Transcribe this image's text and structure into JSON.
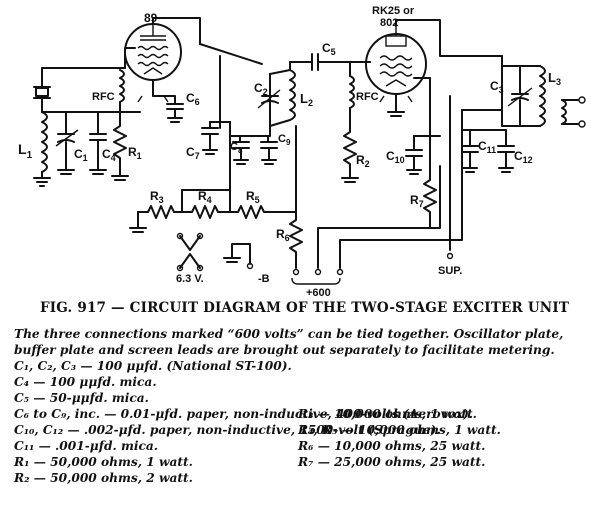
{
  "labels": {
    "tube1": "89",
    "tube2_a": "RK25 or",
    "tube2_b": "802",
    "rfc1": "RFC",
    "rfc2": "RFC",
    "l1": "L",
    "l1_sub": "1",
    "l2": "L",
    "l2_sub": "2",
    "l3": "L",
    "l3_sub": "3",
    "c1": "C",
    "c1_sub": "1",
    "c2": "C",
    "c2_sub": "2",
    "c3": "C",
    "c3_sub": "3",
    "c4": "C",
    "c4_sub": "4",
    "c5": "C",
    "c5_sub": "5",
    "c6": "C",
    "c6_sub": "6",
    "c7": "C",
    "c7_sub": "7",
    "c8": "C",
    "c8_sub": "8",
    "c9": "C",
    "c9_sub": "9",
    "c10": "C",
    "c10_sub": "10",
    "c11": "C",
    "c11_sub": "11",
    "c12": "C",
    "c12_sub": "12",
    "r1": "R",
    "r1_sub": "1",
    "r2": "R",
    "r2_sub": "2",
    "r3": "R",
    "r3_sub": "3",
    "r4": "R",
    "r4_sub": "4",
    "r5": "R",
    "r5_sub": "5",
    "r6": "R",
    "r6_sub": "6",
    "r7": "R",
    "r7_sub": "7",
    "heater": "6.3 V.",
    "minus_b": "-B",
    "plus600": "+600",
    "sup": "SUP."
  },
  "caption": "FIG. 917 — CIRCUIT DIAGRAM OF THE TWO-STAGE EXCITER UNIT",
  "intro": [
    "The three connections marked “600 volts” can be tied together. Oscillator plate,",
    "buffer plate and screen leads are brought out separately to facilitate metering."
  ],
  "parts_left": [
    "C₁, C₂, C₃ — 100 μμfd. (National ST-100).",
    "C₄ — 100 μμfd. mica.",
    "C₅ — 50-μμfd. mica.",
    "C₆ to C₉, inc. — 0.01-μfd. paper, non-inductive, 400-volts (Aerovox).",
    "C₁₀, C₁₂ — .002-μfd. paper, non-inductive, 1500-volt (Sprague).",
    "C₁₁ — .001-μfd. mica.",
    "R₁ — 50,000 ohms, 1 watt.",
    "R₂ — 50,000 ohms, 2 watt."
  ],
  "parts_right": [
    "R₃ — 10,000 ohms, 1 watt.",
    "R₄, R₅ — 10,000 ohms, 1 watt.",
    "R₆ — 10,000 ohms, 25 watt.",
    "R₇ — 25,000 ohms, 25 watt."
  ]
}
